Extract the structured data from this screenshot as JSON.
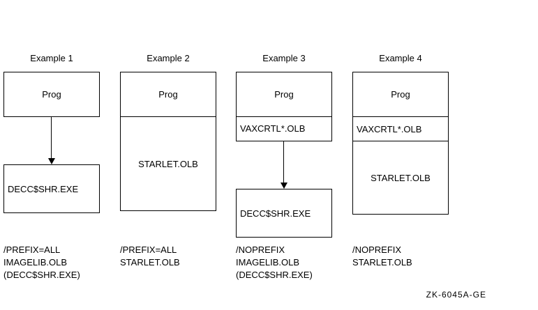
{
  "figure_label": "ZK-6045A-GE",
  "examples": [
    {
      "title": "Example 1",
      "sections": [
        "Prog"
      ],
      "linked_box": "DECC$SHR.EXE",
      "captions": [
        "/PREFIX=ALL",
        "IMAGELIB.OLB",
        "(DECC$SHR.EXE)"
      ]
    },
    {
      "title": "Example 2",
      "sections": [
        "Prog",
        "STARLET.OLB"
      ],
      "captions": [
        "/PREFIX=ALL",
        "STARLET.OLB"
      ]
    },
    {
      "title": "Example 3",
      "sections": [
        "Prog",
        "VAXCRTL*.OLB"
      ],
      "linked_box": "DECC$SHR.EXE",
      "captions": [
        "/NOPREFIX",
        "IMAGELIB.OLB",
        "(DECC$SHR.EXE)"
      ]
    },
    {
      "title": "Example 4",
      "sections": [
        "Prog",
        "VAXCRTL*.OLB",
        "STARLET.OLB"
      ],
      "captions": [
        "/NOPREFIX",
        "STARLET.OLB"
      ]
    }
  ]
}
